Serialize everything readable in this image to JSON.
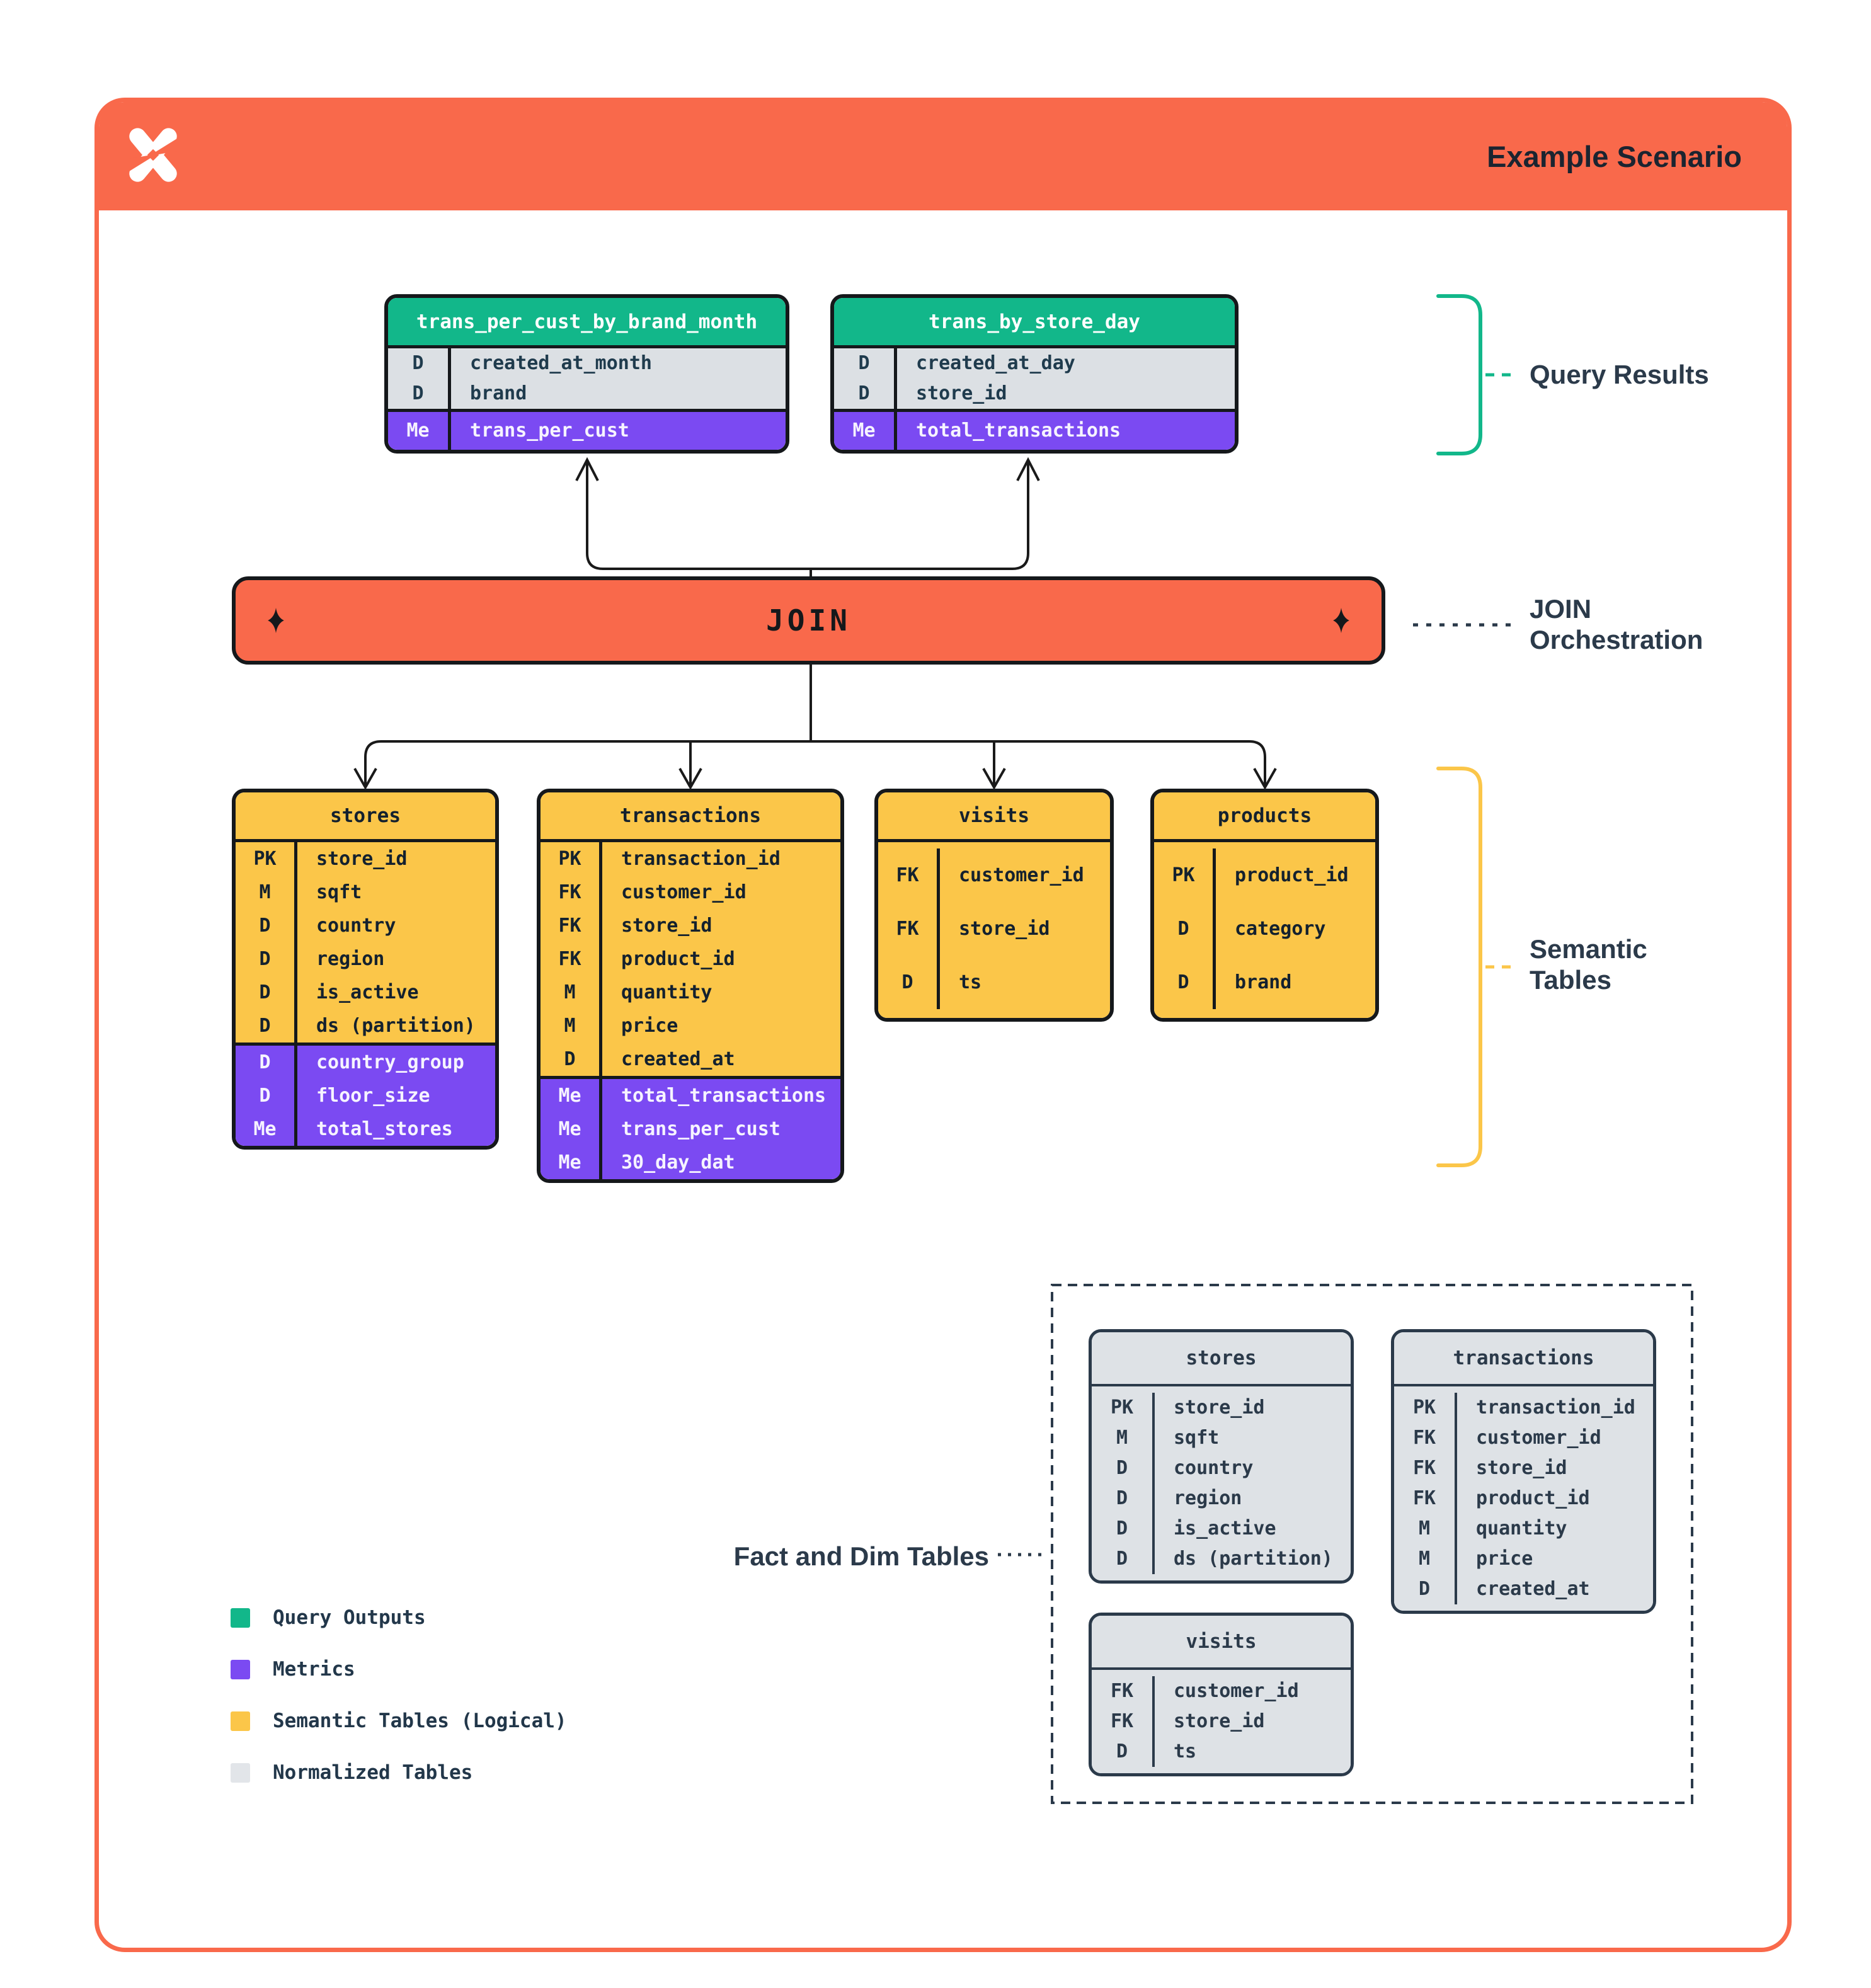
{
  "header": {
    "title": "Example Scenario",
    "logo_icon": "x-spark-logo"
  },
  "join": {
    "label": "JOIN",
    "left_icon": "sparkle-diamond",
    "right_icon": "sparkle-diamond"
  },
  "annotations": {
    "query_results": "Query Results",
    "join_orchestration": {
      "line1": "JOIN",
      "line2": "Orchestration"
    },
    "semantic_tables": {
      "line1": "Semantic",
      "line2": "Tables"
    },
    "fact_dim": "Fact and Dim Tables"
  },
  "query_tables": [
    {
      "title": "trans_per_cust_by_brand_month",
      "dims": [
        {
          "k": "D",
          "n": "created_at_month"
        },
        {
          "k": "D",
          "n": "brand"
        }
      ],
      "metrics": [
        {
          "k": "Me",
          "n": "trans_per_cust"
        }
      ]
    },
    {
      "title": "trans_by_store_day",
      "dims": [
        {
          "k": "D",
          "n": "created_at_day"
        },
        {
          "k": "D",
          "n": "store_id"
        }
      ],
      "metrics": [
        {
          "k": "Me",
          "n": "total_transactions"
        }
      ]
    }
  ],
  "semantic_tables": [
    {
      "title": "stores",
      "cols": [
        {
          "k": "PK",
          "n": "store_id"
        },
        {
          "k": "M",
          "n": "sqft"
        },
        {
          "k": "D",
          "n": "country"
        },
        {
          "k": "D",
          "n": "region"
        },
        {
          "k": "D",
          "n": "is_active"
        },
        {
          "k": "D",
          "n": "ds (partition)"
        }
      ],
      "metrics": [
        {
          "k": "D",
          "n": "country_group"
        },
        {
          "k": "D",
          "n": "floor_size"
        },
        {
          "k": "Me",
          "n": "total_stores"
        }
      ]
    },
    {
      "title": "transactions",
      "cols": [
        {
          "k": "PK",
          "n": "transaction_id"
        },
        {
          "k": "FK",
          "n": "customer_id"
        },
        {
          "k": "FK",
          "n": "store_id"
        },
        {
          "k": "FK",
          "n": "product_id"
        },
        {
          "k": "M",
          "n": "quantity"
        },
        {
          "k": "M",
          "n": "price"
        },
        {
          "k": "D",
          "n": "created_at"
        }
      ],
      "metrics": [
        {
          "k": "Me",
          "n": "total_transactions"
        },
        {
          "k": "Me",
          "n": "trans_per_cust"
        },
        {
          "k": "Me",
          "n": "30_day_dat"
        }
      ]
    },
    {
      "title": "visits",
      "cols": [
        {
          "k": "FK",
          "n": "customer_id"
        },
        {
          "k": "FK",
          "n": "store_id"
        },
        {
          "k": "D",
          "n": "ts"
        }
      ],
      "metrics": []
    },
    {
      "title": "products",
      "cols": [
        {
          "k": "PK",
          "n": "product_id"
        },
        {
          "k": "D",
          "n": "category"
        },
        {
          "k": "D",
          "n": "brand"
        }
      ],
      "metrics": []
    }
  ],
  "normalized_tables": [
    {
      "title": "stores",
      "cols": [
        {
          "k": "PK",
          "n": "store_id"
        },
        {
          "k": "M",
          "n": "sqft"
        },
        {
          "k": "D",
          "n": "country"
        },
        {
          "k": "D",
          "n": "region"
        },
        {
          "k": "D",
          "n": "is_active"
        },
        {
          "k": "D",
          "n": "ds (partition)"
        }
      ]
    },
    {
      "title": "transactions",
      "cols": [
        {
          "k": "PK",
          "n": "transaction_id"
        },
        {
          "k": "FK",
          "n": "customer_id"
        },
        {
          "k": "FK",
          "n": "store_id"
        },
        {
          "k": "FK",
          "n": "product_id"
        },
        {
          "k": "M",
          "n": "quantity"
        },
        {
          "k": "M",
          "n": "price"
        },
        {
          "k": "D",
          "n": "created_at"
        }
      ]
    },
    {
      "title": "visits",
      "cols": [
        {
          "k": "FK",
          "n": "customer_id"
        },
        {
          "k": "FK",
          "n": "store_id"
        },
        {
          "k": "D",
          "n": "ts"
        }
      ]
    }
  ],
  "legend": {
    "items": [
      {
        "label": "Query Outputs",
        "color": "#12B78A"
      },
      {
        "label": "Metrics",
        "color": "#7B4AF2"
      },
      {
        "label": "Semantic Tables (Logical)",
        "color": "#FBC649"
      },
      {
        "label": "Normalized Tables",
        "color": "#E2E5E9"
      }
    ]
  },
  "colors": {
    "orange": "#F9694B",
    "green": "#12B78A",
    "purple": "#7B4AF2",
    "yellow": "#FBC649",
    "normalized_gray": "#DEE2E6",
    "dimension_gray": "#DCE0E4",
    "navy": "#2B3A4A",
    "line_black": "#1A1A1A"
  }
}
